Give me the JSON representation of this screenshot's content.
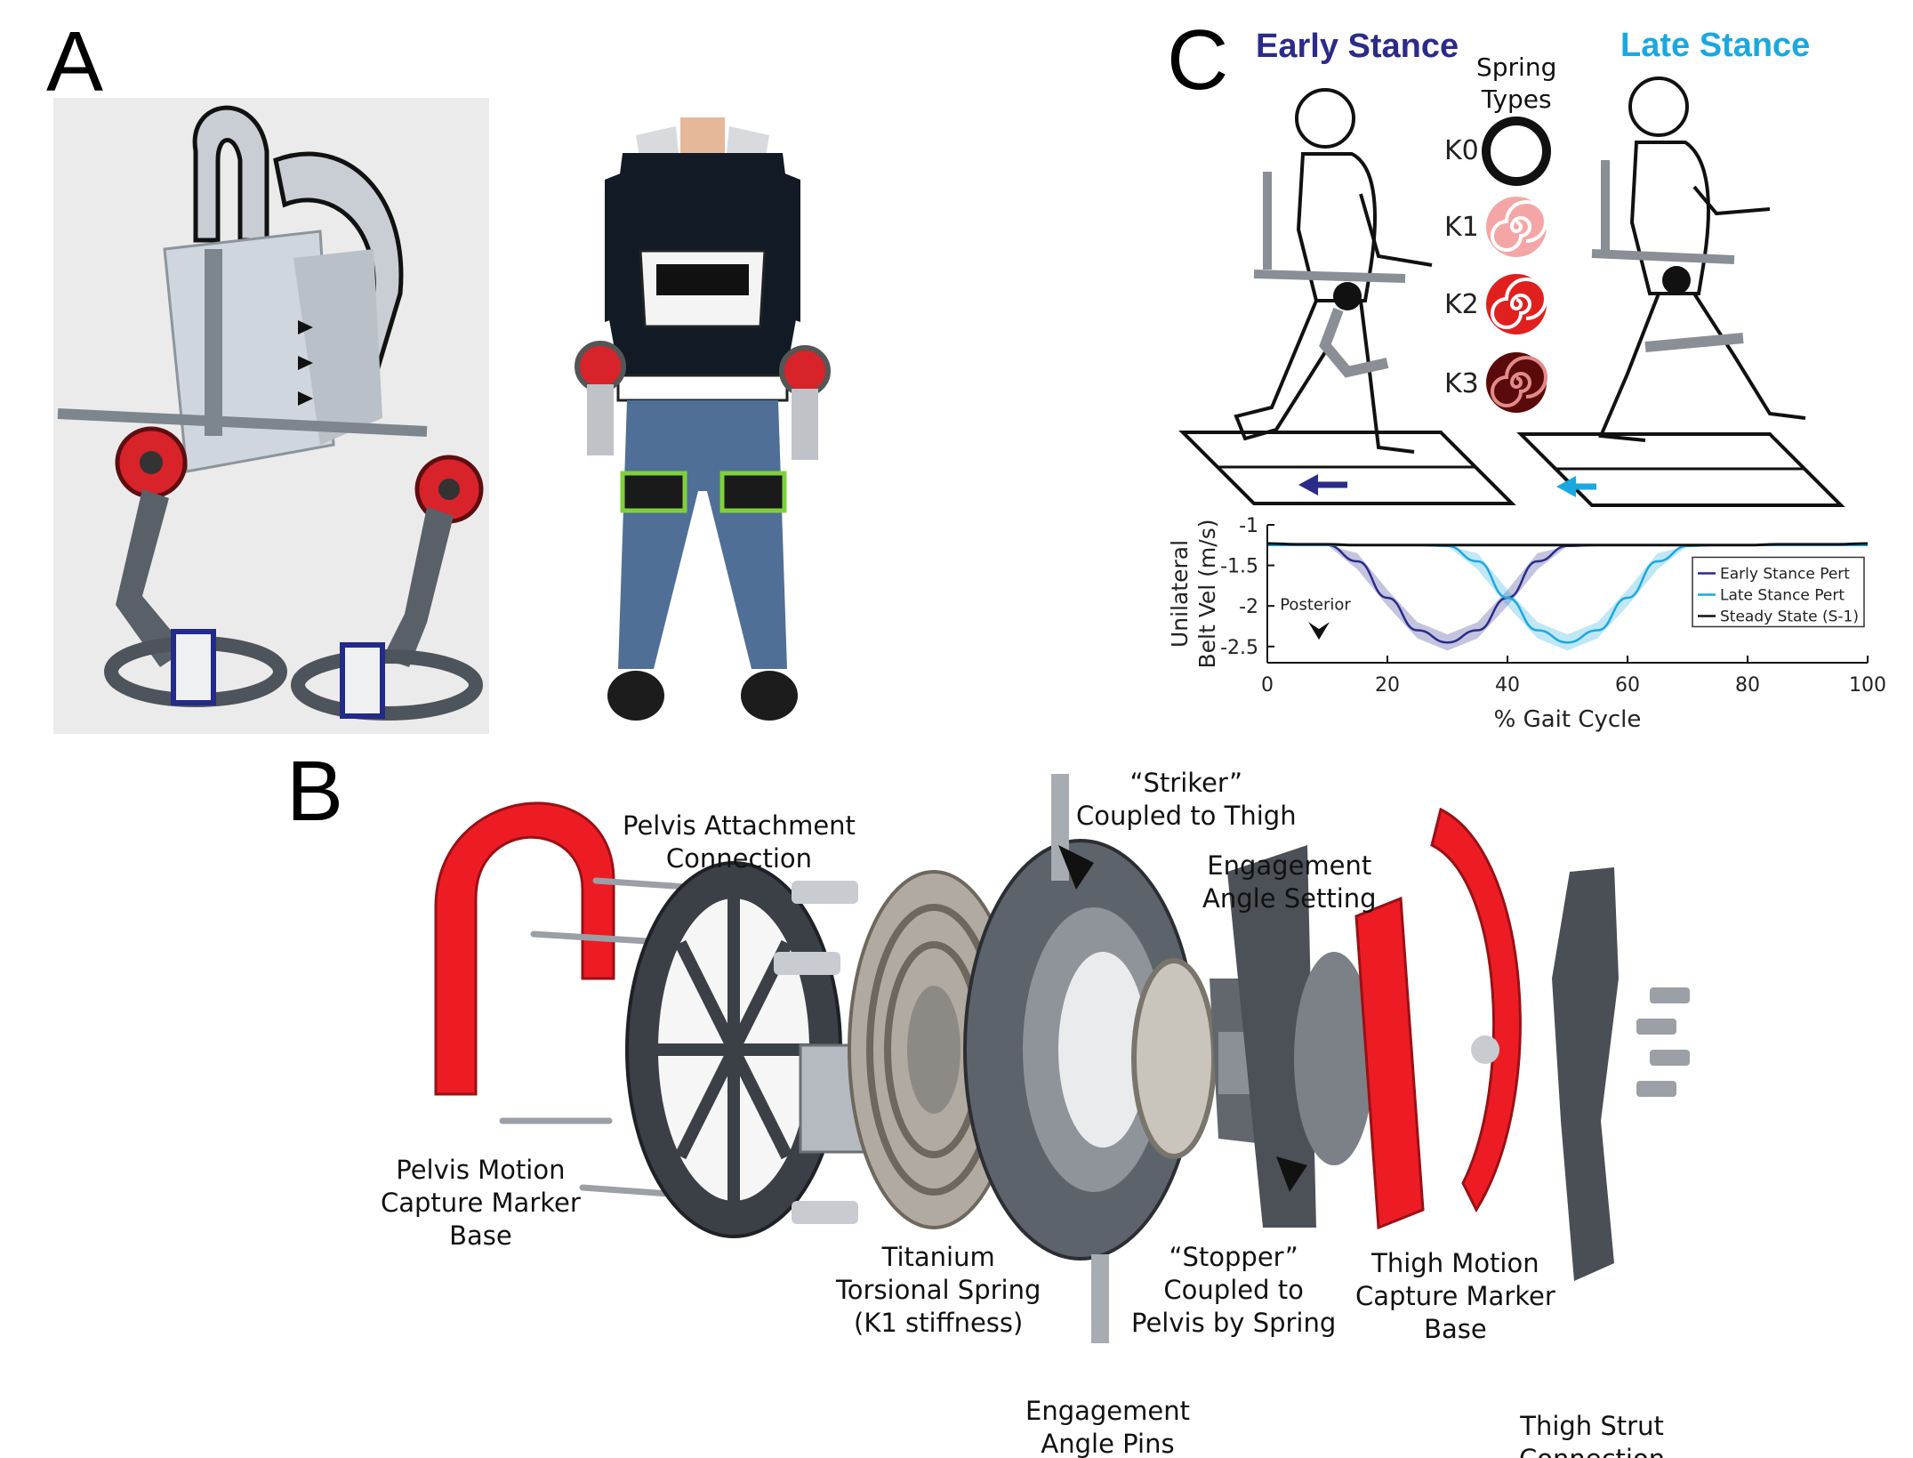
{
  "panels": {
    "a": {
      "letter": "A"
    },
    "b": {
      "letter": "B"
    },
    "c": {
      "letter": "C"
    }
  },
  "panel_c": {
    "early_title": "Early Stance",
    "late_title": "Late Stance",
    "spring_types_line1": "Spring",
    "spring_types_line2": "Types",
    "springs": [
      {
        "label": "K0",
        "color": "#111111"
      },
      {
        "label": "K1",
        "color": "#f4a6a6"
      },
      {
        "label": "K2",
        "color": "#e0201f"
      },
      {
        "label": "K3",
        "color": "#5a0a0a"
      }
    ],
    "colors": {
      "early": "#2b2b8a",
      "late": "#1ba8e0",
      "steady": "#111111"
    }
  },
  "chart_data": {
    "type": "line",
    "x": [
      0,
      5,
      10,
      15,
      20,
      25,
      30,
      35,
      40,
      45,
      50,
      55,
      60,
      65,
      70,
      75,
      80,
      85,
      90,
      95,
      100
    ],
    "series": [
      {
        "name": "Early Stance Pert",
        "values": [
          -1.25,
          -1.25,
          -1.25,
          -1.45,
          -1.9,
          -2.3,
          -2.45,
          -2.3,
          -1.9,
          -1.45,
          -1.26,
          -1.25,
          -1.25,
          -1.25,
          -1.25,
          -1.25,
          -1.25,
          -1.25,
          -1.25,
          -1.25,
          -1.25
        ]
      },
      {
        "name": "Late Stance Pert",
        "values": [
          -1.25,
          -1.25,
          -1.25,
          -1.25,
          -1.25,
          -1.25,
          -1.26,
          -1.45,
          -1.9,
          -2.3,
          -2.45,
          -2.3,
          -1.9,
          -1.45,
          -1.26,
          -1.25,
          -1.25,
          -1.25,
          -1.25,
          -1.25,
          -1.25
        ]
      },
      {
        "name": "Steady State (S-1)",
        "values": [
          -1.23,
          -1.24,
          -1.24,
          -1.25,
          -1.25,
          -1.25,
          -1.25,
          -1.25,
          -1.25,
          -1.25,
          -1.25,
          -1.25,
          -1.25,
          -1.25,
          -1.25,
          -1.25,
          -1.25,
          -1.24,
          -1.24,
          -1.24,
          -1.23
        ]
      }
    ],
    "xlabel": "% Gait Cycle",
    "ylabel_line1": "Unilateral",
    "ylabel_line2": "Belt Vel (m/s)",
    "xlim": [
      0,
      100
    ],
    "ylim": [
      -2.7,
      -1
    ],
    "xticks": [
      0,
      20,
      40,
      60,
      80,
      100
    ],
    "yticks": [
      -1,
      -1.5,
      -2,
      -2.5
    ],
    "annotation": "Posterior",
    "legend_placement": "right",
    "grid": false
  },
  "panel_b_labels": {
    "pelvis_attachment": [
      "Pelvis Attachment",
      "Connection"
    ],
    "striker": [
      "“Striker”",
      "Coupled to Thigh"
    ],
    "engagement_setting": [
      "Engagement",
      "Angle Setting"
    ],
    "pelvis_marker": [
      "Pelvis Motion",
      "Capture Marker",
      "Base"
    ],
    "titanium_spring": [
      "Titanium",
      "Torsional Spring",
      "(K1 stiffness)"
    ],
    "stopper": [
      "“Stopper”",
      "Coupled to",
      "Pelvis by Spring"
    ],
    "thigh_marker": [
      "Thigh Motion",
      "Capture Marker",
      "Base"
    ],
    "engagement_pins": [
      "Engagement",
      "Angle Pins"
    ],
    "thigh_strut": [
      "Thigh Strut",
      "Connection"
    ]
  }
}
